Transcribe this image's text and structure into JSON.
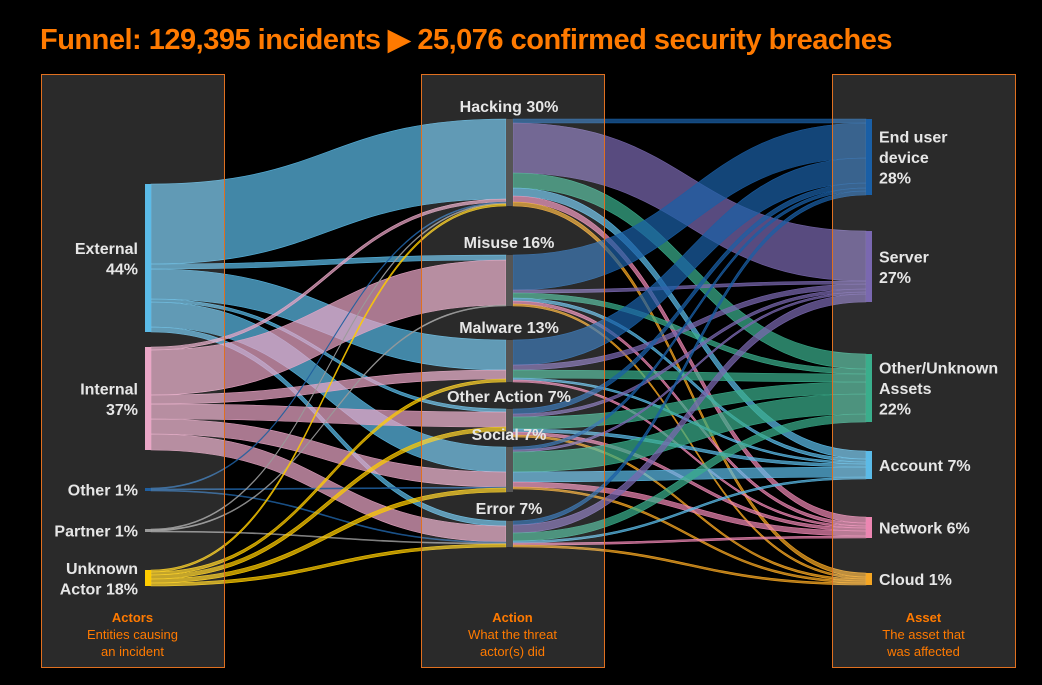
{
  "title": "Funnel: 129,395 incidents ▶ 25,076 confirmed security breaches",
  "columns": [
    {
      "heading": "Actors",
      "desc1": "Entities causing",
      "desc2": "an incident"
    },
    {
      "heading": "Action",
      "desc1": "What the threat",
      "desc2": "actor(s) did"
    },
    {
      "heading": "Asset",
      "desc1": "The asset that",
      "desc2": "was affected"
    }
  ],
  "colors": {
    "title": "#ff7a00",
    "box_border": "#e07020",
    "action_node": "#555555"
  },
  "chart_data": {
    "type": "sankey",
    "title": "Funnel: 129,395 incidents ▶ 25,076 confirmed security breaches",
    "nodes": {
      "actors": [
        {
          "id": "external",
          "lines": [
            "External",
            "44%"
          ],
          "color": "#5bbbe8"
        },
        {
          "id": "internal",
          "lines": [
            "Internal",
            "37%"
          ],
          "color": "#eaa6c6"
        },
        {
          "id": "other",
          "lines": [
            "Other 1%"
          ],
          "color": "#1f5fa0"
        },
        {
          "id": "partner",
          "lines": [
            "Partner 1%"
          ],
          "color": "#9a9a9a"
        },
        {
          "id": "unknown",
          "lines": [
            "Unknown",
            "Actor 18%"
          ],
          "color": "#ffcc00"
        }
      ],
      "actions": [
        {
          "id": "hacking",
          "lines": [
            "Hacking 30%"
          ]
        },
        {
          "id": "misuse",
          "lines": [
            "Misuse 16%"
          ]
        },
        {
          "id": "malware",
          "lines": [
            "Malware 13%"
          ]
        },
        {
          "id": "otheraction",
          "lines": [
            "Other Action 7%"
          ]
        },
        {
          "id": "social",
          "lines": [
            "Social 7%"
          ]
        },
        {
          "id": "error",
          "lines": [
            "Error 7%"
          ]
        }
      ],
      "assets": [
        {
          "id": "enduser",
          "lines": [
            "End user",
            "device",
            "28%"
          ],
          "color": "#1a5fa6"
        },
        {
          "id": "server",
          "lines": [
            "Server",
            "27%"
          ],
          "color": "#7a68b0"
        },
        {
          "id": "otherasset",
          "lines": [
            "Other/Unknown",
            "Assets",
            "22%"
          ],
          "color": "#3aae8c"
        },
        {
          "id": "account",
          "lines": [
            "Account 7%"
          ],
          "color": "#5bbbe8"
        },
        {
          "id": "network",
          "lines": [
            "Network 6%"
          ],
          "color": "#ec86b2"
        },
        {
          "id": "cloud",
          "lines": [
            "Cloud 1%"
          ],
          "color": "#f5a623"
        }
      ]
    },
    "links_actor_action": [
      [
        "external",
        "hacking",
        80
      ],
      [
        "external",
        "misuse",
        5
      ],
      [
        "external",
        "malware",
        30
      ],
      [
        "external",
        "otheraction",
        3
      ],
      [
        "external",
        "social",
        25
      ],
      [
        "external",
        "error",
        5
      ],
      [
        "internal",
        "hacking",
        3
      ],
      [
        "internal",
        "misuse",
        45
      ],
      [
        "internal",
        "malware",
        9
      ],
      [
        "internal",
        "otheraction",
        15
      ],
      [
        "internal",
        "social",
        15
      ],
      [
        "internal",
        "error",
        16
      ],
      [
        "other",
        "hacking",
        1
      ],
      [
        "other",
        "social",
        1
      ],
      [
        "other",
        "error",
        1
      ],
      [
        "partner",
        "hacking",
        1
      ],
      [
        "partner",
        "misuse",
        1
      ],
      [
        "partner",
        "error",
        1
      ],
      [
        "unknown",
        "hacking",
        2
      ],
      [
        "unknown",
        "malware",
        3
      ],
      [
        "unknown",
        "otheraction",
        4
      ],
      [
        "unknown",
        "social",
        4
      ],
      [
        "unknown",
        "error",
        3
      ]
    ],
    "links_action_asset": [
      [
        "hacking",
        "enduser",
        4
      ],
      [
        "hacking",
        "server",
        50
      ],
      [
        "hacking",
        "otherasset",
        15
      ],
      [
        "hacking",
        "account",
        8
      ],
      [
        "hacking",
        "network",
        6
      ],
      [
        "hacking",
        "cloud",
        4
      ],
      [
        "misuse",
        "enduser",
        35
      ],
      [
        "misuse",
        "server",
        3
      ],
      [
        "misuse",
        "otherasset",
        5
      ],
      [
        "misuse",
        "account",
        3
      ],
      [
        "misuse",
        "network",
        3
      ],
      [
        "misuse",
        "cloud",
        2
      ],
      [
        "malware",
        "enduser",
        25
      ],
      [
        "malware",
        "server",
        5
      ],
      [
        "malware",
        "otherasset",
        8
      ],
      [
        "malware",
        "account",
        2
      ],
      [
        "malware",
        "network",
        2
      ],
      [
        "otheraction",
        "enduser",
        5
      ],
      [
        "otheraction",
        "server",
        3
      ],
      [
        "otheraction",
        "otherasset",
        12
      ],
      [
        "otheraction",
        "account",
        3
      ],
      [
        "otheraction",
        "network",
        3
      ],
      [
        "otheraction",
        "cloud",
        2
      ],
      [
        "social",
        "enduser",
        3
      ],
      [
        "social",
        "server",
        2
      ],
      [
        "social",
        "otherasset",
        20
      ],
      [
        "social",
        "account",
        10
      ],
      [
        "social",
        "network",
        5
      ],
      [
        "social",
        "cloud",
        2
      ],
      [
        "error",
        "enduser",
        4
      ],
      [
        "error",
        "server",
        8
      ],
      [
        "error",
        "otherasset",
        8
      ],
      [
        "error",
        "account",
        2
      ],
      [
        "error",
        "network",
        2
      ],
      [
        "error",
        "cloud",
        2
      ]
    ]
  }
}
